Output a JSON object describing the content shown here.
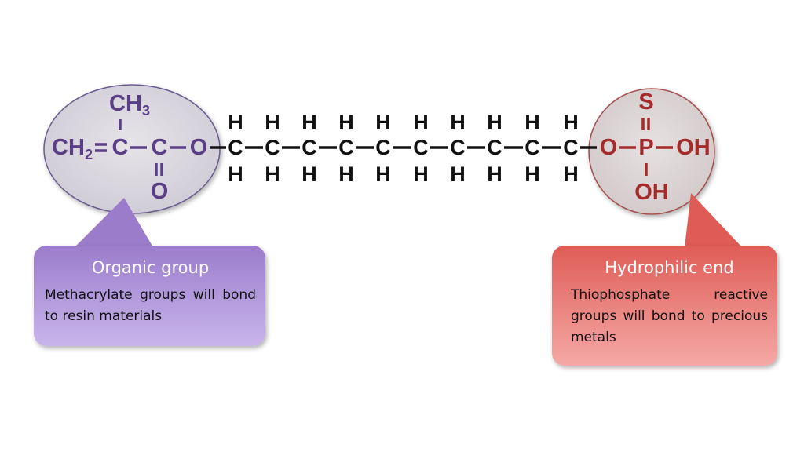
{
  "molecule": {
    "left_group": {
      "ch3": "CH",
      "ch3_sub": "3",
      "ch2": "CH",
      "ch2_sub": "2",
      "c": "C",
      "o": "O",
      "dbl": "=",
      "bond": "–",
      "vbond": "|"
    },
    "chain": {
      "carbon": "C",
      "hydrogen": "H",
      "bond": "–",
      "count": 10
    },
    "right_group": {
      "o": "O",
      "p": "P",
      "s": "S",
      "oh": "OH",
      "bond": "–"
    }
  },
  "callouts": {
    "organic": {
      "title": "Organic group",
      "body": "Methacrylate groups will bond to resin materials"
    },
    "hydrophilic": {
      "title": "Hydrophilic end",
      "body": "Thiophosphate reactive groups will bond to precious metals"
    }
  },
  "colors": {
    "organic": "#5a3f86",
    "hydrophilic": "#a52a2a"
  }
}
